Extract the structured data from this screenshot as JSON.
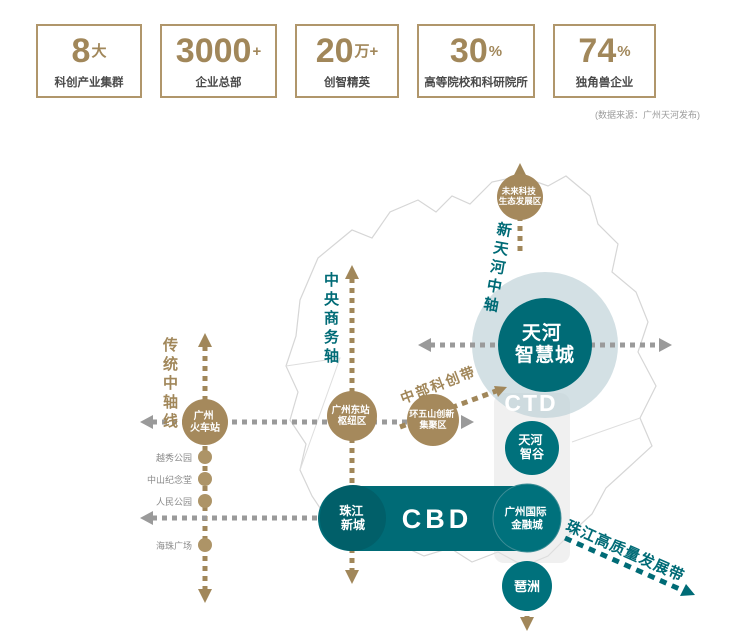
{
  "stats": [
    {
      "value": "8",
      "suffix": "大",
      "label": "科创产业集群"
    },
    {
      "value": "3000",
      "suffix": "+",
      "label": "企业总部"
    },
    {
      "value": "20",
      "suffix": "万+",
      "label": "创智精英"
    },
    {
      "value": "30",
      "suffix": "%",
      "label": "高等院校和科研院所"
    },
    {
      "value": "74",
      "suffix": "%",
      "label": "独角兽企业"
    }
  ],
  "source_note": "(数据来源：广州天河发布)",
  "axes": {
    "traditional": "传统中轴线",
    "central_business": "中央商务轴",
    "new_tianhe": "新天河中轴",
    "central_scitech": "中部科创带",
    "pearl_river": "珠江高质量发展带"
  },
  "nodes": {
    "future_tech": {
      "lines": [
        "未来科技",
        "生态发展区"
      ]
    },
    "smart_city": {
      "lines": [
        "天河",
        "智慧城"
      ]
    },
    "ctd": {
      "label": "CTD"
    },
    "smart_valley": {
      "lines": [
        "天河",
        "智谷"
      ]
    },
    "east_station": {
      "lines": [
        "广州东站",
        "枢纽区"
      ]
    },
    "wushan": {
      "lines": [
        "环五山创新",
        "集聚区"
      ]
    },
    "railway_station": {
      "lines": [
        "广州",
        "火车站"
      ]
    },
    "cbd": {
      "label": "CBD"
    },
    "zhujiang_new_town": {
      "lines": [
        "珠江",
        "新城"
      ]
    },
    "finance_city": {
      "lines": [
        "广州国际",
        "金融城"
      ]
    },
    "pazhou": {
      "label": "琶洲"
    }
  },
  "landmarks": [
    "越秀公园",
    "中山纪念堂",
    "人民公园",
    "海珠广场"
  ],
  "colors": {
    "gold": "#a1875a",
    "teal": "#006b76",
    "gray_arrow": "#9a9a9a",
    "ctd_gray": "#8f8f8f"
  }
}
